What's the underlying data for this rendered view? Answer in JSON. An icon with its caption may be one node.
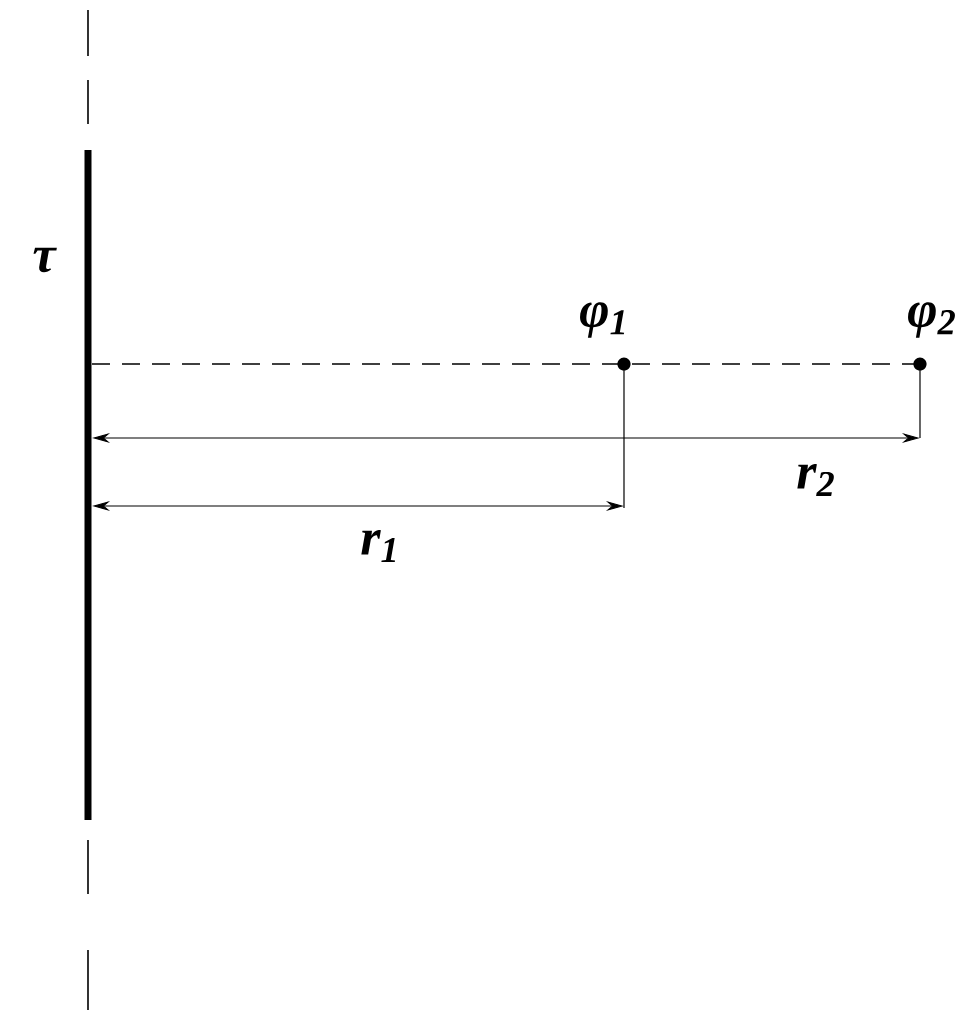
{
  "diagram": {
    "labels": [
      "τ",
      "φ$_{1}$",
      "φ$_{2}$",
      "r$_{2}$",
      "r$_{1}$"
    ]
  }
}
